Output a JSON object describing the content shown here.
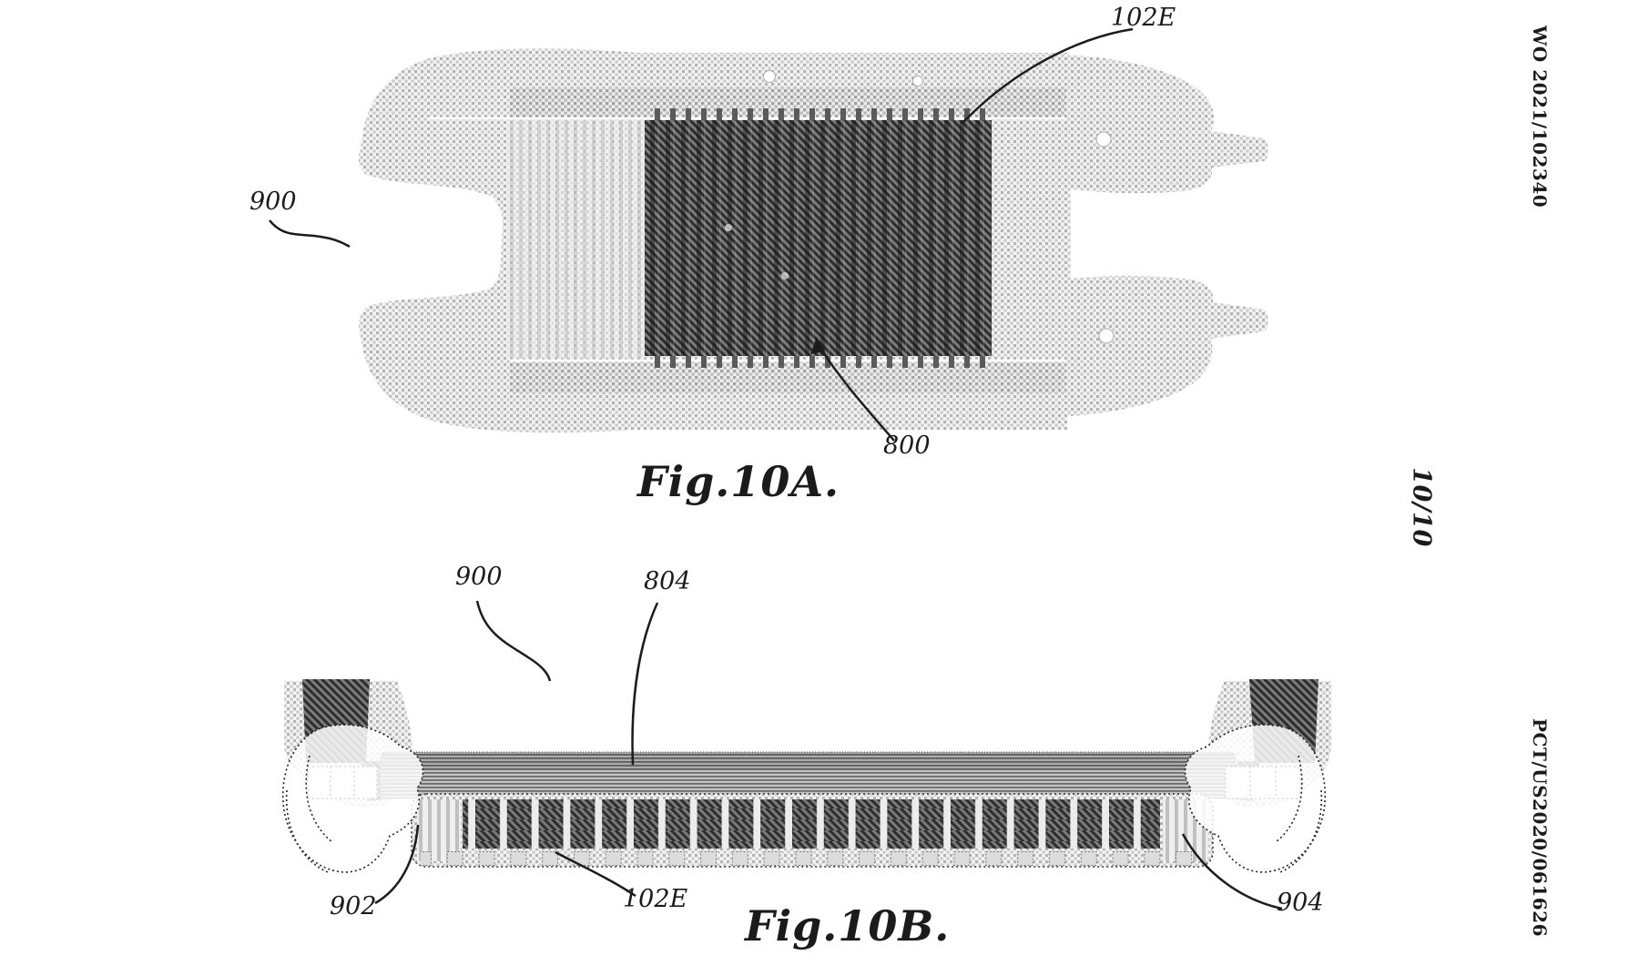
{
  "page": {
    "publication_number": "WO 2021/102340",
    "sheet_indicator": "10/10",
    "application_number": "PCT/US2020/061626"
  },
  "figure_a": {
    "caption": "Fig.10A.",
    "labels": {
      "l102e": "102E",
      "l900": "900",
      "l800": "800"
    }
  },
  "figure_b": {
    "caption": "Fig.10B.",
    "labels": {
      "l900": "900",
      "l804": "804",
      "l902": "902",
      "l102e": "102E",
      "l904": "904"
    }
  }
}
